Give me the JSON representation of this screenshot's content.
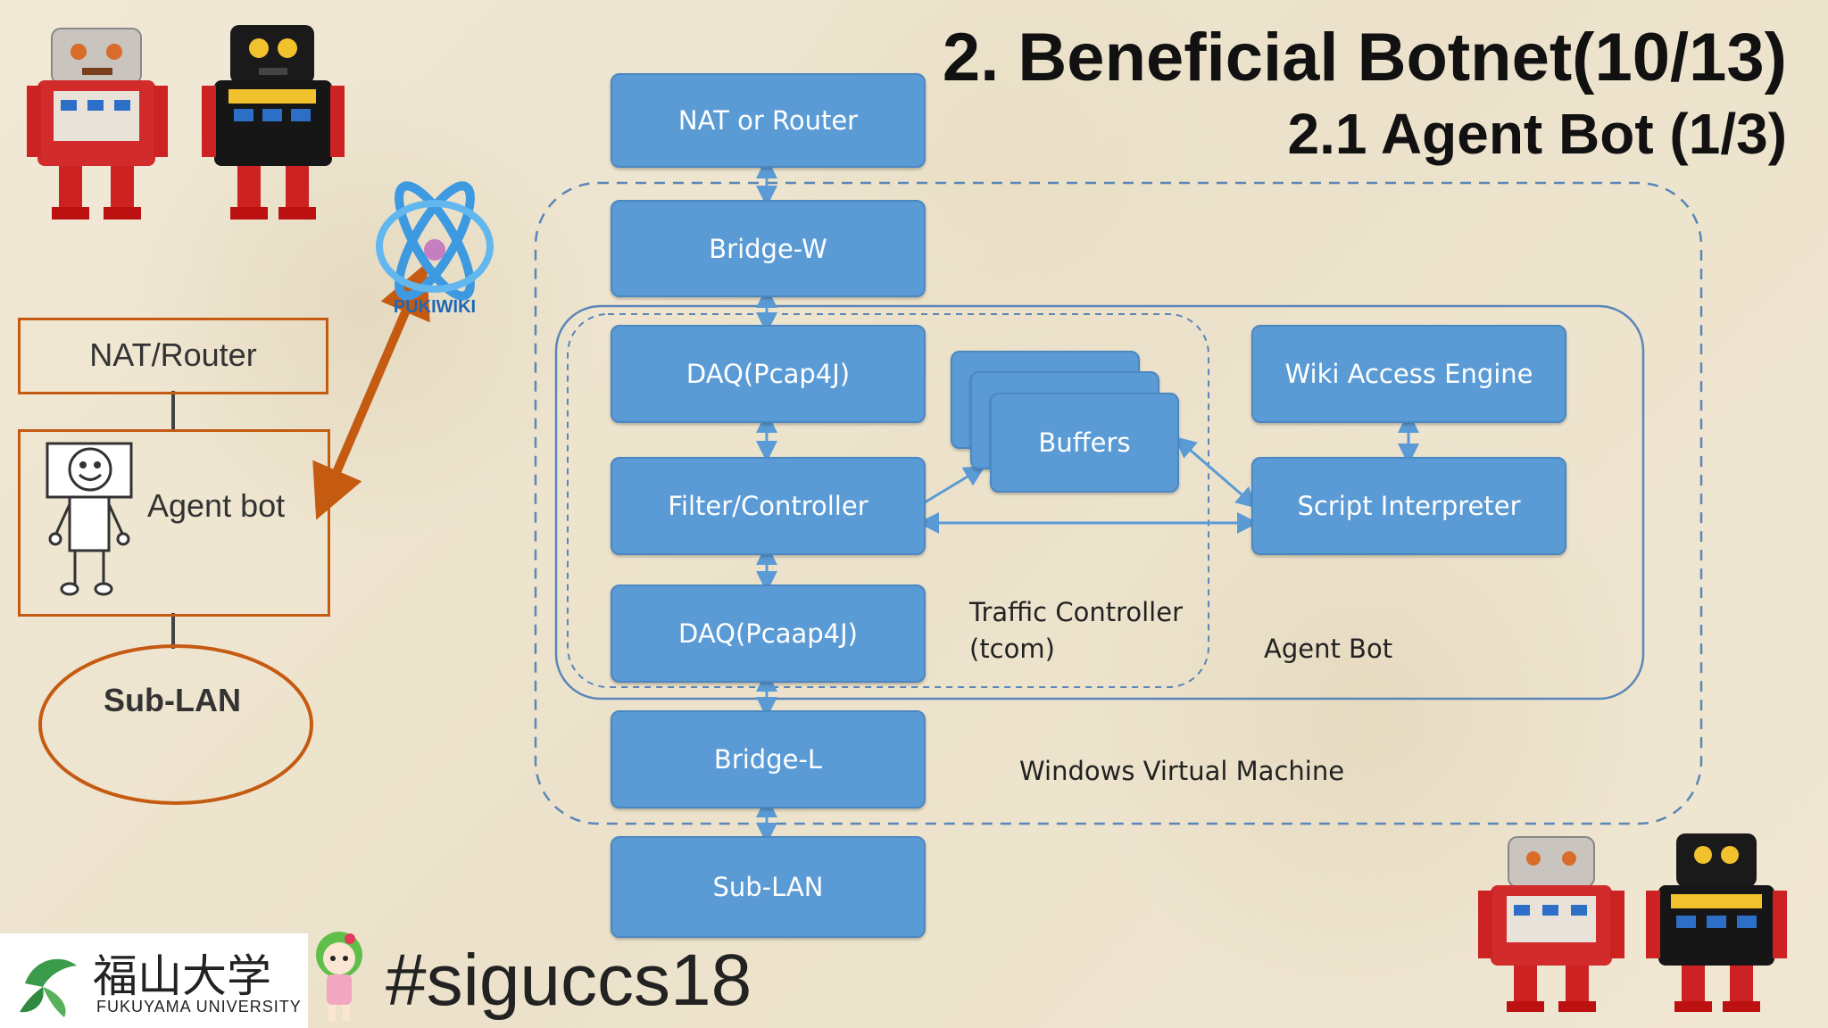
{
  "slide": {
    "title": "2. Beneficial Botnet(10/13)",
    "subtitle": "2.1 Agent Bot (1/3)",
    "hashtag": "#siguccs18"
  },
  "left_diagram": {
    "router_label": "NAT/Router",
    "agent_label": "Agent bot",
    "sublan_label": "Sub-LAN",
    "logo_text": "PUKIWIKI"
  },
  "architecture": {
    "boxes": {
      "nat_router": "NAT or Router",
      "bridge_w": "Bridge-W",
      "daq_top": "DAQ(Pcap4J)",
      "filter": "Filter/Controller",
      "daq_bottom": "DAQ(Pcaap4J)",
      "bridge_l": "Bridge-L",
      "sub_lan": "Sub-LAN",
      "buffers": "Buffers",
      "wiki_engine": "Wiki Access Engine",
      "script_interp": "Script Interpreter"
    },
    "regions": {
      "traffic_controller_line1": "Traffic Controller",
      "traffic_controller_line2": "(tcom)",
      "agent_bot": "Agent Bot",
      "windows_vm": "Windows Virtual Machine"
    }
  },
  "footer": {
    "university_kanji": "福山大学",
    "university_en": "FUKUYAMA UNIVERSITY"
  },
  "colors": {
    "box_blue": "#5b9bd5",
    "arrow_blue": "#5b9bd5",
    "orange": "#c55a11",
    "region_line": "#5a86b8"
  }
}
